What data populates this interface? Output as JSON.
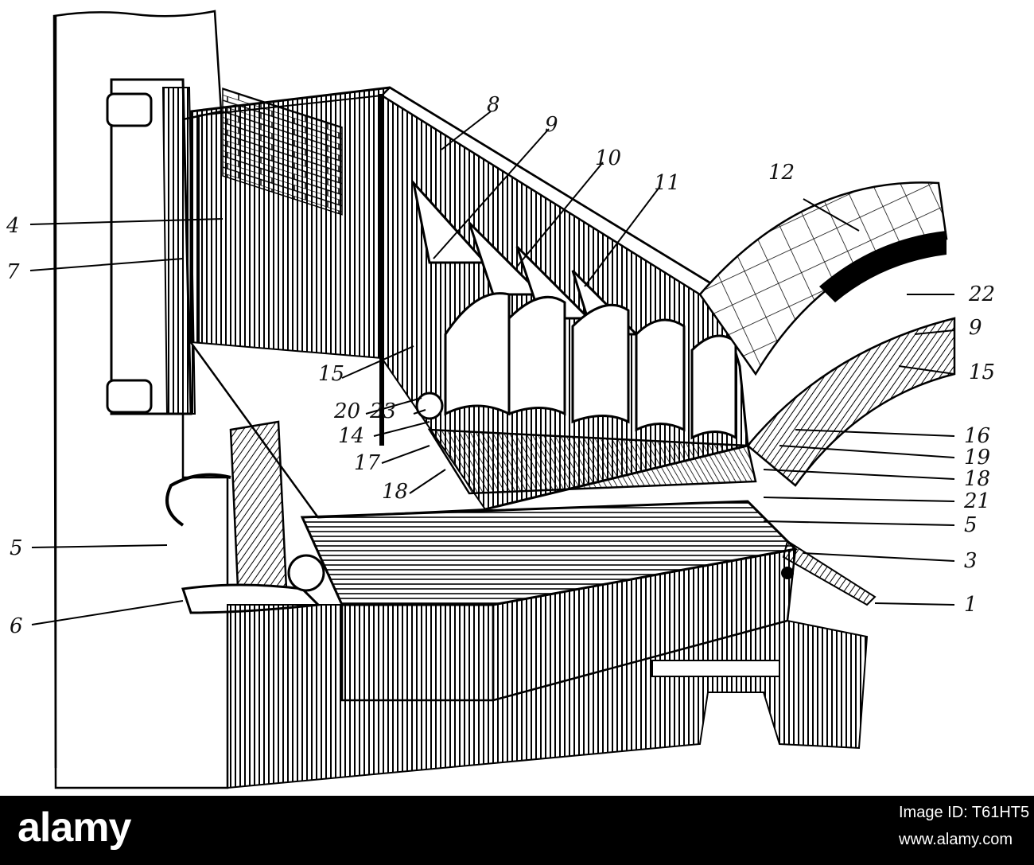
{
  "labels": {
    "l4": "4",
    "l7": "7",
    "l8": "8",
    "l9a": "9",
    "l10": "10",
    "l11": "11",
    "l12": "12",
    "l22": "22",
    "l9b": "9",
    "l15a": "15",
    "l15b": "15",
    "l20": "20",
    "l23": "23",
    "l14": "14",
    "l17": "17",
    "l18a": "18",
    "l16": "16",
    "l19": "19",
    "l18b": "18",
    "l21": "21",
    "l5a": "5",
    "l5b": "5",
    "l3": "3",
    "l1": "1",
    "l6": "6"
  },
  "watermark": {
    "brand": "alamy",
    "image_id_label": "Image ID: T61HT5",
    "site": "www.alamy.com"
  }
}
